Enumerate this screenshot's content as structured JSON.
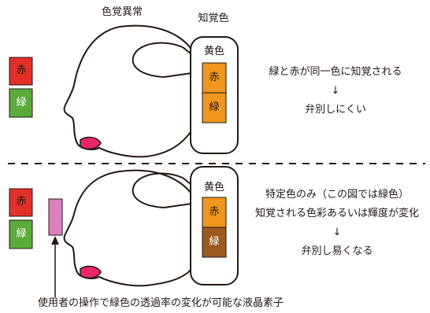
{
  "header": {
    "color_anomaly": "色覚異常",
    "perceived_color": "知覚色"
  },
  "top": {
    "swatches": [
      {
        "label": "赤",
        "color": "#e2302a"
      },
      {
        "label": "緑",
        "color": "#5aab3a"
      }
    ],
    "perceived": {
      "title": "黄色",
      "cells": [
        {
          "label": "赤",
          "color": "#f0961e"
        },
        {
          "label": "緑",
          "color": "#f0961e"
        }
      ]
    },
    "note_line1": "緑と赤が同一色に知覚される",
    "arrow": "↓",
    "note_line3": "弁別しにくい"
  },
  "bottom": {
    "swatches": [
      {
        "label": "赤",
        "color": "#e2302a"
      },
      {
        "label": "緑",
        "color": "#5aab3a"
      }
    ],
    "filter_color": "#de7fc0",
    "perceived": {
      "title": "黄色",
      "cells": [
        {
          "label": "赤",
          "color": "#f0961e"
        },
        {
          "label": "緑",
          "color": "#9c5a1f"
        }
      ]
    },
    "note_line1": "特定色のみ（この図では緑色）",
    "note_line2": "知覚される色彩あるいは輝度が変化",
    "arrow": "↓",
    "note_line4": "弁別し易くなる"
  },
  "caption": "使用者の操作で緑色の透過率の変化が可能な液晶素子",
  "colors": {
    "lips": "#e8266b",
    "outline": "#231815"
  }
}
